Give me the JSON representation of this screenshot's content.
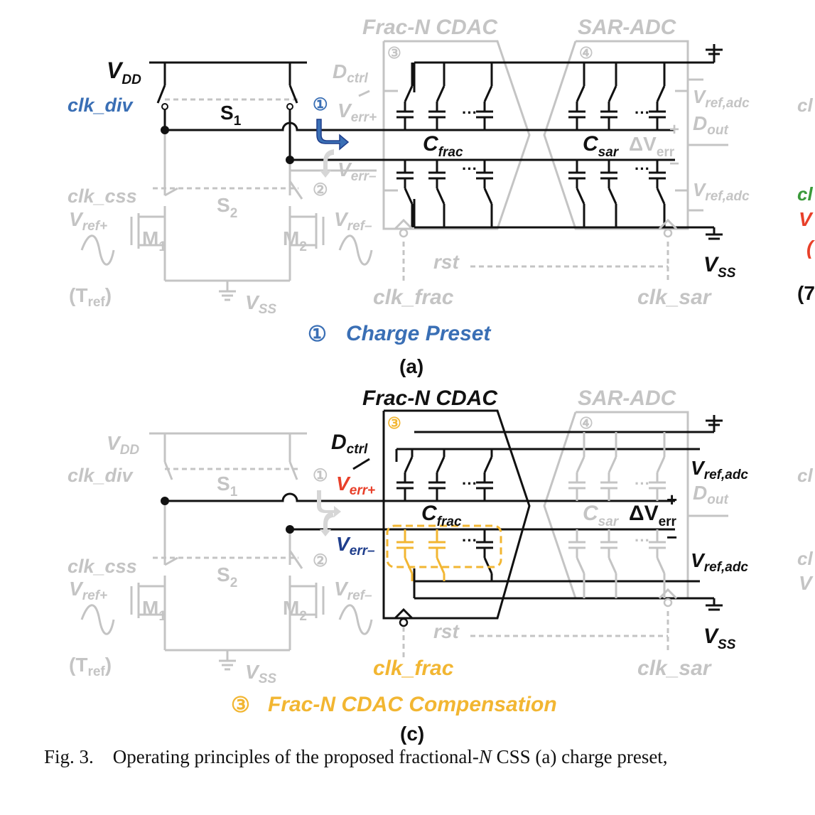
{
  "panel_a": {
    "block_cdac": "Frac-N CDAC",
    "block_sar": "SAR-ADC",
    "vdd": "V",
    "vdd_sub": "DD",
    "clk_div": "clk_div",
    "s1": "S",
    "s1_sub": "1",
    "s2": "S",
    "s2_sub": "2",
    "clk_css": "clk_css",
    "vref_plus": "V",
    "vref_plus_sub": "ref+",
    "vref_minus": "V",
    "vref_minus_sub": "ref–",
    "m1": "M",
    "m1_sub": "1",
    "m2": "M",
    "m2_sub": "2",
    "tref": "(T",
    "tref_sub": "ref",
    "tref_close": ")",
    "vss_bottom": "V",
    "vss_bottom_sub": "SS",
    "dctrl": "D",
    "dctrl_sub": "ctrl",
    "verr_plus": "V",
    "verr_plus_sub": "err+",
    "verr_minus": "V",
    "verr_minus_sub": "err–",
    "cfrac": "C",
    "cfrac_sub": "frac",
    "csar": "C",
    "csar_sub": "sar",
    "dverr": "ΔV",
    "dverr_sub": "err",
    "vrefadc_top": "V",
    "vrefadc_top_sub": "ref,adc",
    "vrefadc_bot": "V",
    "vrefadc_bot_sub": "ref,adc",
    "dout": "D",
    "dout_sub": "out",
    "vss_right": "V",
    "vss_right_sub": "SS",
    "rst": "rst",
    "clk_frac": "clk_frac",
    "clk_sar": "clk_sar",
    "step1": "①",
    "step2": "②",
    "step3": "③",
    "step4": "④",
    "plus": "+",
    "minus": "−",
    "dots": "···",
    "title_num": "①",
    "title": "Charge Preset",
    "label": "(a)"
  },
  "panel_c": {
    "block_cdac": "Frac-N CDAC",
    "block_sar": "SAR-ADC",
    "vdd": "V",
    "vdd_sub": "DD",
    "clk_div": "clk_div",
    "s1": "S",
    "s1_sub": "1",
    "s2": "S",
    "s2_sub": "2",
    "clk_css": "clk_css",
    "vref_plus": "V",
    "vref_plus_sub": "ref+",
    "vref_minus": "V",
    "vref_minus_sub": "ref–",
    "m1": "M",
    "m1_sub": "1",
    "m2": "M",
    "m2_sub": "2",
    "tref": "(T",
    "tref_sub": "ref",
    "tref_close": ")",
    "vss_bottom": "V",
    "vss_bottom_sub": "SS",
    "dctrl": "D",
    "dctrl_sub": "ctrl",
    "verr_plus": "V",
    "verr_plus_sub": "err+",
    "verr_minus": "V",
    "verr_minus_sub": "err–",
    "cfrac": "C",
    "cfrac_sub": "frac",
    "csar": "C",
    "csar_sub": "sar",
    "dverr": "ΔV",
    "dverr_sub": "err",
    "vrefadc_top": "V",
    "vrefadc_top_sub": "ref,adc",
    "vrefadc_bot": "V",
    "vrefadc_bot_sub": "ref,adc",
    "dout": "D",
    "dout_sub": "out",
    "vss_right": "V",
    "vss_right_sub": "SS",
    "rst": "rst",
    "clk_frac": "clk_frac",
    "clk_sar": "clk_sar",
    "step1": "①",
    "step2": "②",
    "step3": "③",
    "step4": "④",
    "plus": "+",
    "minus": "−",
    "dots": "···",
    "title_num": "③",
    "title": "Frac-N CDAC Compensation",
    "label": "(c)"
  },
  "right_edge_fragments": [
    "cl",
    "cl",
    "(7",
    "cl",
    "cl",
    "V",
    "(",
    "V"
  ],
  "caption": {
    "fig": "Fig. 3.",
    "text_before": "Operating principles of the proposed fractional-",
    "n_italic": "N",
    "text_after": " CSS (a) charge preset,"
  },
  "colors": {
    "black": "#111111",
    "gray": "#c4c4c4",
    "blue": "#3a6fb5",
    "red": "#e8402a",
    "navy": "#1f3e8c",
    "yellow": "#f2b632",
    "green": "#3a9a3a"
  }
}
